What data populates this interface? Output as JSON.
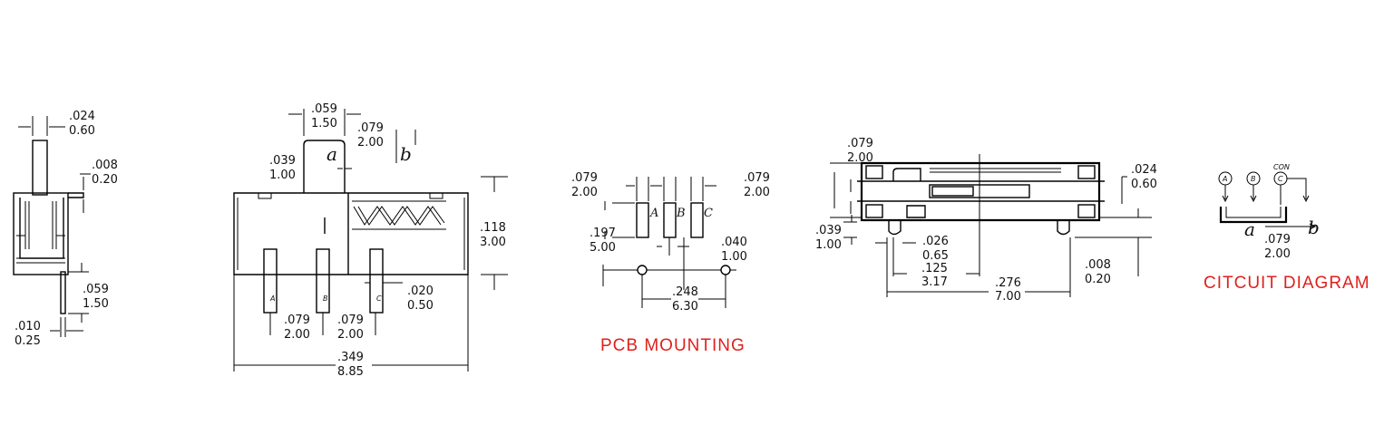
{
  "side_view": {
    "dim_024": ".024",
    "dim_060": "0.60",
    "dim_008": ".008",
    "dim_020": "0.20",
    "dim_059": ".059",
    "dim_150": "1.50",
    "dim_010": ".010",
    "dim_025": "0.25"
  },
  "front_view": {
    "dim_059": ".059",
    "dim_150": "1.50",
    "dim_079": ".079",
    "dim_200": "2.00",
    "dim_039": ".039",
    "dim_100": "1.00",
    "label_a": "a",
    "label_b": "b",
    "dim_118": ".118",
    "dim_300": "3.00",
    "dim_020": ".020",
    "dim_050": "0.50",
    "pitch1_in": ".079",
    "pitch1_mm": "2.00",
    "pitch2_in": ".079",
    "pitch2_mm": "2.00",
    "dim_349": ".349",
    "dim_885": "8.85",
    "pin_A": "A",
    "pin_B": "B",
    "pin_C": "C"
  },
  "pcb": {
    "dim_079_left": ".079",
    "dim_200_left": "2.00",
    "dim_079_right": ".079",
    "dim_200_right": "2.00",
    "dim_197": ".197",
    "dim_500": "5.00",
    "dim_040": ".040",
    "dim_100": "1.00",
    "dim_248": ".248",
    "dim_630": "6.30",
    "pad_A": "A",
    "pad_B": "B",
    "pad_C": "C",
    "title": "PCB  MOUNTING"
  },
  "top_view": {
    "dim_079": ".079",
    "dim_200": "2.00",
    "dim_024": ".024",
    "dim_060": "0.60",
    "dim_039": ".039",
    "dim_100": "1.00",
    "dim_026": ".026",
    "dim_065": "0.65",
    "dim_125": ".125",
    "dim_317": "3.17",
    "dim_276": ".276",
    "dim_700": "7.00",
    "dim_008": ".008",
    "dim_020": "0.20"
  },
  "circuit": {
    "node_A": "A",
    "node_B": "B",
    "node_C": "C",
    "con_label": "CON",
    "label_a": "a",
    "label_b": "b",
    "dim_079": ".079",
    "dim_200": "2.00",
    "title": "CITCUIT  DIAGRAM"
  }
}
